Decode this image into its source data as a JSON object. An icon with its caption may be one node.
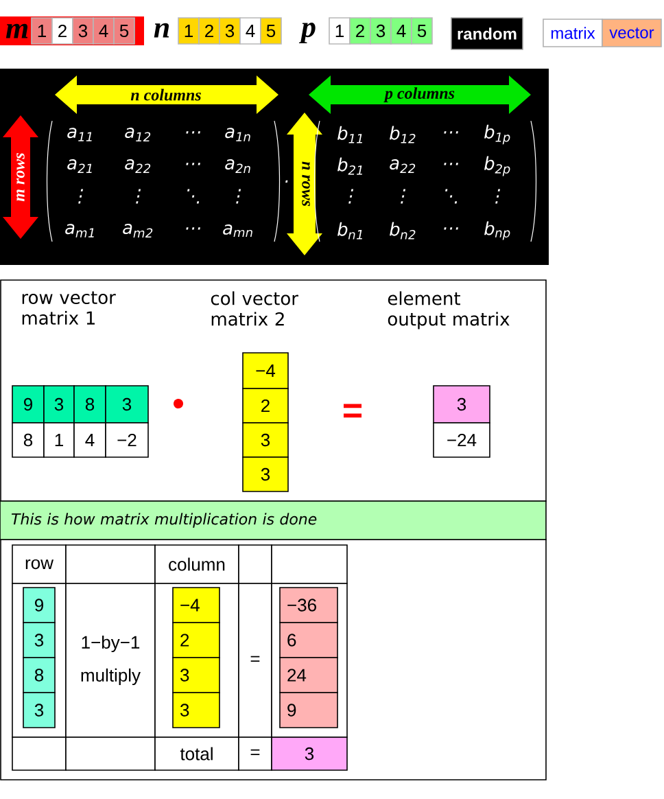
{
  "diagram": {
    "nodes": [
      {
        "text": [
          "m"
        ]
      },
      {
        "text": [
          "1"
        ],
        "in": 0
      },
      {
        "text": [
          "2"
        ],
        "in": 0
      },
      {
        "text": [
          "3"
        ],
        "in": 0
      },
      {
        "text": [
          "4"
        ],
        "in": 0
      },
      {
        "text": [
          "5"
        ],
        "in": 0
      },
      {
        "text": [
          "1"
        ]
      },
      {
        "text": [
          "2"
        ]
      },
      {
        "text": [
          "3"
        ]
      },
      {
        "text": [
          "4"
        ]
      },
      {
        "text": [
          "5"
        ]
      },
      {
        "text": [
          "1"
        ]
      },
      {
        "text": [
          "2"
        ]
      },
      {
        "text": [
          "3"
        ]
      },
      {
        "text": [
          "4"
        ]
      },
      {
        "text": [
          "5"
        ]
      },
      {
        "text": [
          "random"
        ]
      },
      {
        "text": [
          "matrix"
        ]
      },
      {
        "text": [
          "vector"
        ]
      },
      {
        "text": [
          "9"
        ]
      },
      {
        "text": [
          "3"
        ]
      },
      {
        "text": [
          "8"
        ]
      },
      {
        "text": [
          "3"
        ]
      },
      {
        "text": [
          "8"
        ]
      },
      {
        "text": [
          "1"
        ]
      },
      {
        "text": [
          "4"
        ]
      },
      {
        "text": [
          "−2"
        ]
      },
      {
        "text": [
          "−4"
        ]
      },
      {
        "text": [
          "2"
        ]
      },
      {
        "text": [
          "3"
        ]
      },
      {
        "text": [
          "3"
        ]
      },
      {
        "text": [
          "3"
        ]
      },
      {
        "text": [
          "−24"
        ]
      },
      {
        "text": [
          "This is how matrix multiplication is done"
        ]
      },
      {
        "text": [
          "row"
        ]
      },
      {
        "text": [],
        "shape": "box"
      },
      {
        "text": [
          "column"
        ]
      },
      {
        "text": [],
        "shape": "box"
      },
      {
        "text": [],
        "shape": "box"
      },
      {
        "text": [],
        "shape": "box"
      },
      {
        "text": [
          "9"
        ],
        "in": 39
      },
      {
        "text": [
          "3"
        ],
        "in": 39
      },
      {
        "text": [
          "8"
        ],
        "in": 39
      },
      {
        "text": [
          "3"
        ],
        "in": 39
      },
      {
        "text": [
          "1−by−1 multiply"
        ]
      },
      {
        "text": [],
        "shape": "box"
      },
      {
        "text": [
          "−4"
        ],
        "in": 45
      },
      {
        "text": [
          "2"
        ],
        "in": 45
      },
      {
        "text": [
          "3"
        ],
        "in": 45
      },
      {
        "text": [
          "3"
        ],
        "in": 45
      },
      {
        "text": [
          "="
        ]
      },
      {
        "text": [],
        "shape": "box"
      },
      {
        "text": [
          "−36"
        ],
        "in": 51
      },
      {
        "text": [
          "6"
        ],
        "in": 51
      },
      {
        "text": [
          "24"
        ],
        "in": 51
      },
      {
        "text": [
          "9"
        ],
        "in": 51
      },
      {
        "text": [],
        "shape": "box"
      },
      {
        "text": [],
        "shape": "box"
      },
      {
        "text": [
          "total"
        ]
      },
      {
        "text": [
          "="
        ]
      },
      {
        "text": [
          "3"
        ]
      }
    ],
    "labels": [
      "n",
      "p",
      "n columns",
      "p columns",
      "m rows",
      "n rows",
      "a$_{11}$",
      "a$_{12}$",
      "⋯",
      "a$_{1n}$",
      "a$_{21}$",
      "a$_{22}$",
      "⋯",
      "a$_{2n}$",
      "⋮",
      "⋮",
      "⋱",
      "⋮",
      "a$_{m1}$",
      "a$_{m2}$",
      "⋯",
      "a$_{mn}$",
      "⋅",
      "b$_{11}$",
      "b$_{12}$",
      "⋯",
      "b$_{1p}$",
      "b$_{21}$",
      "a$_{22}$",
      "⋯",
      "b$_{2p}$",
      "⋮",
      "⋮",
      "⋱",
      "⋮",
      "b$_{n1}$",
      "b$_{n2}$",
      "⋯",
      "b$_{np}$",
      "row vector matrix 1",
      "col vector matrix 2",
      "element output matrix",
      "="
    ]
  }
}
